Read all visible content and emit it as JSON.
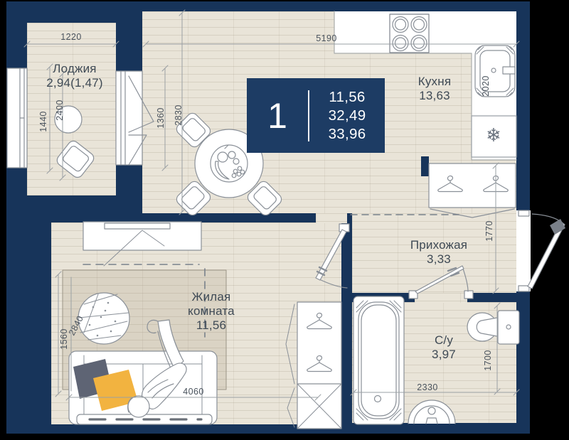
{
  "badge": {
    "number": "1",
    "area_living": "11,56",
    "area_net": "32,49",
    "area_total": "33,96"
  },
  "rooms": {
    "loggia": {
      "name": "Лоджия",
      "area": "2,94(1,47)"
    },
    "kitchen": {
      "name": "Кухня",
      "area": "13,63"
    },
    "hallway": {
      "name": "Прихожая",
      "area": "3,33"
    },
    "living": {
      "name": "Жилая комната",
      "area": "11,56"
    },
    "bathroom": {
      "name": "С/у",
      "area": "3,97"
    }
  },
  "dimensions": {
    "loggia_width": "1220",
    "loggia_depth": "1440",
    "loggia_length": "2400",
    "balcony_door": "1360",
    "room_depth": "2830",
    "top_width": "5190",
    "kitchen_sink": "2020",
    "hallway_depth": "1770",
    "living_diag": "2840",
    "living_side": "1560",
    "living_width": "4060",
    "bath_width": "2330",
    "bath_depth": "1700"
  },
  "icons": {
    "fridge_snowflake": "❄"
  },
  "colors": {
    "wall_navy": "#17345A",
    "badge_navy": "#1D3C64",
    "floor_beige": "#E9E4D8",
    "pillow_yellow": "#F2B340",
    "pillow_slate": "#5E6474"
  }
}
